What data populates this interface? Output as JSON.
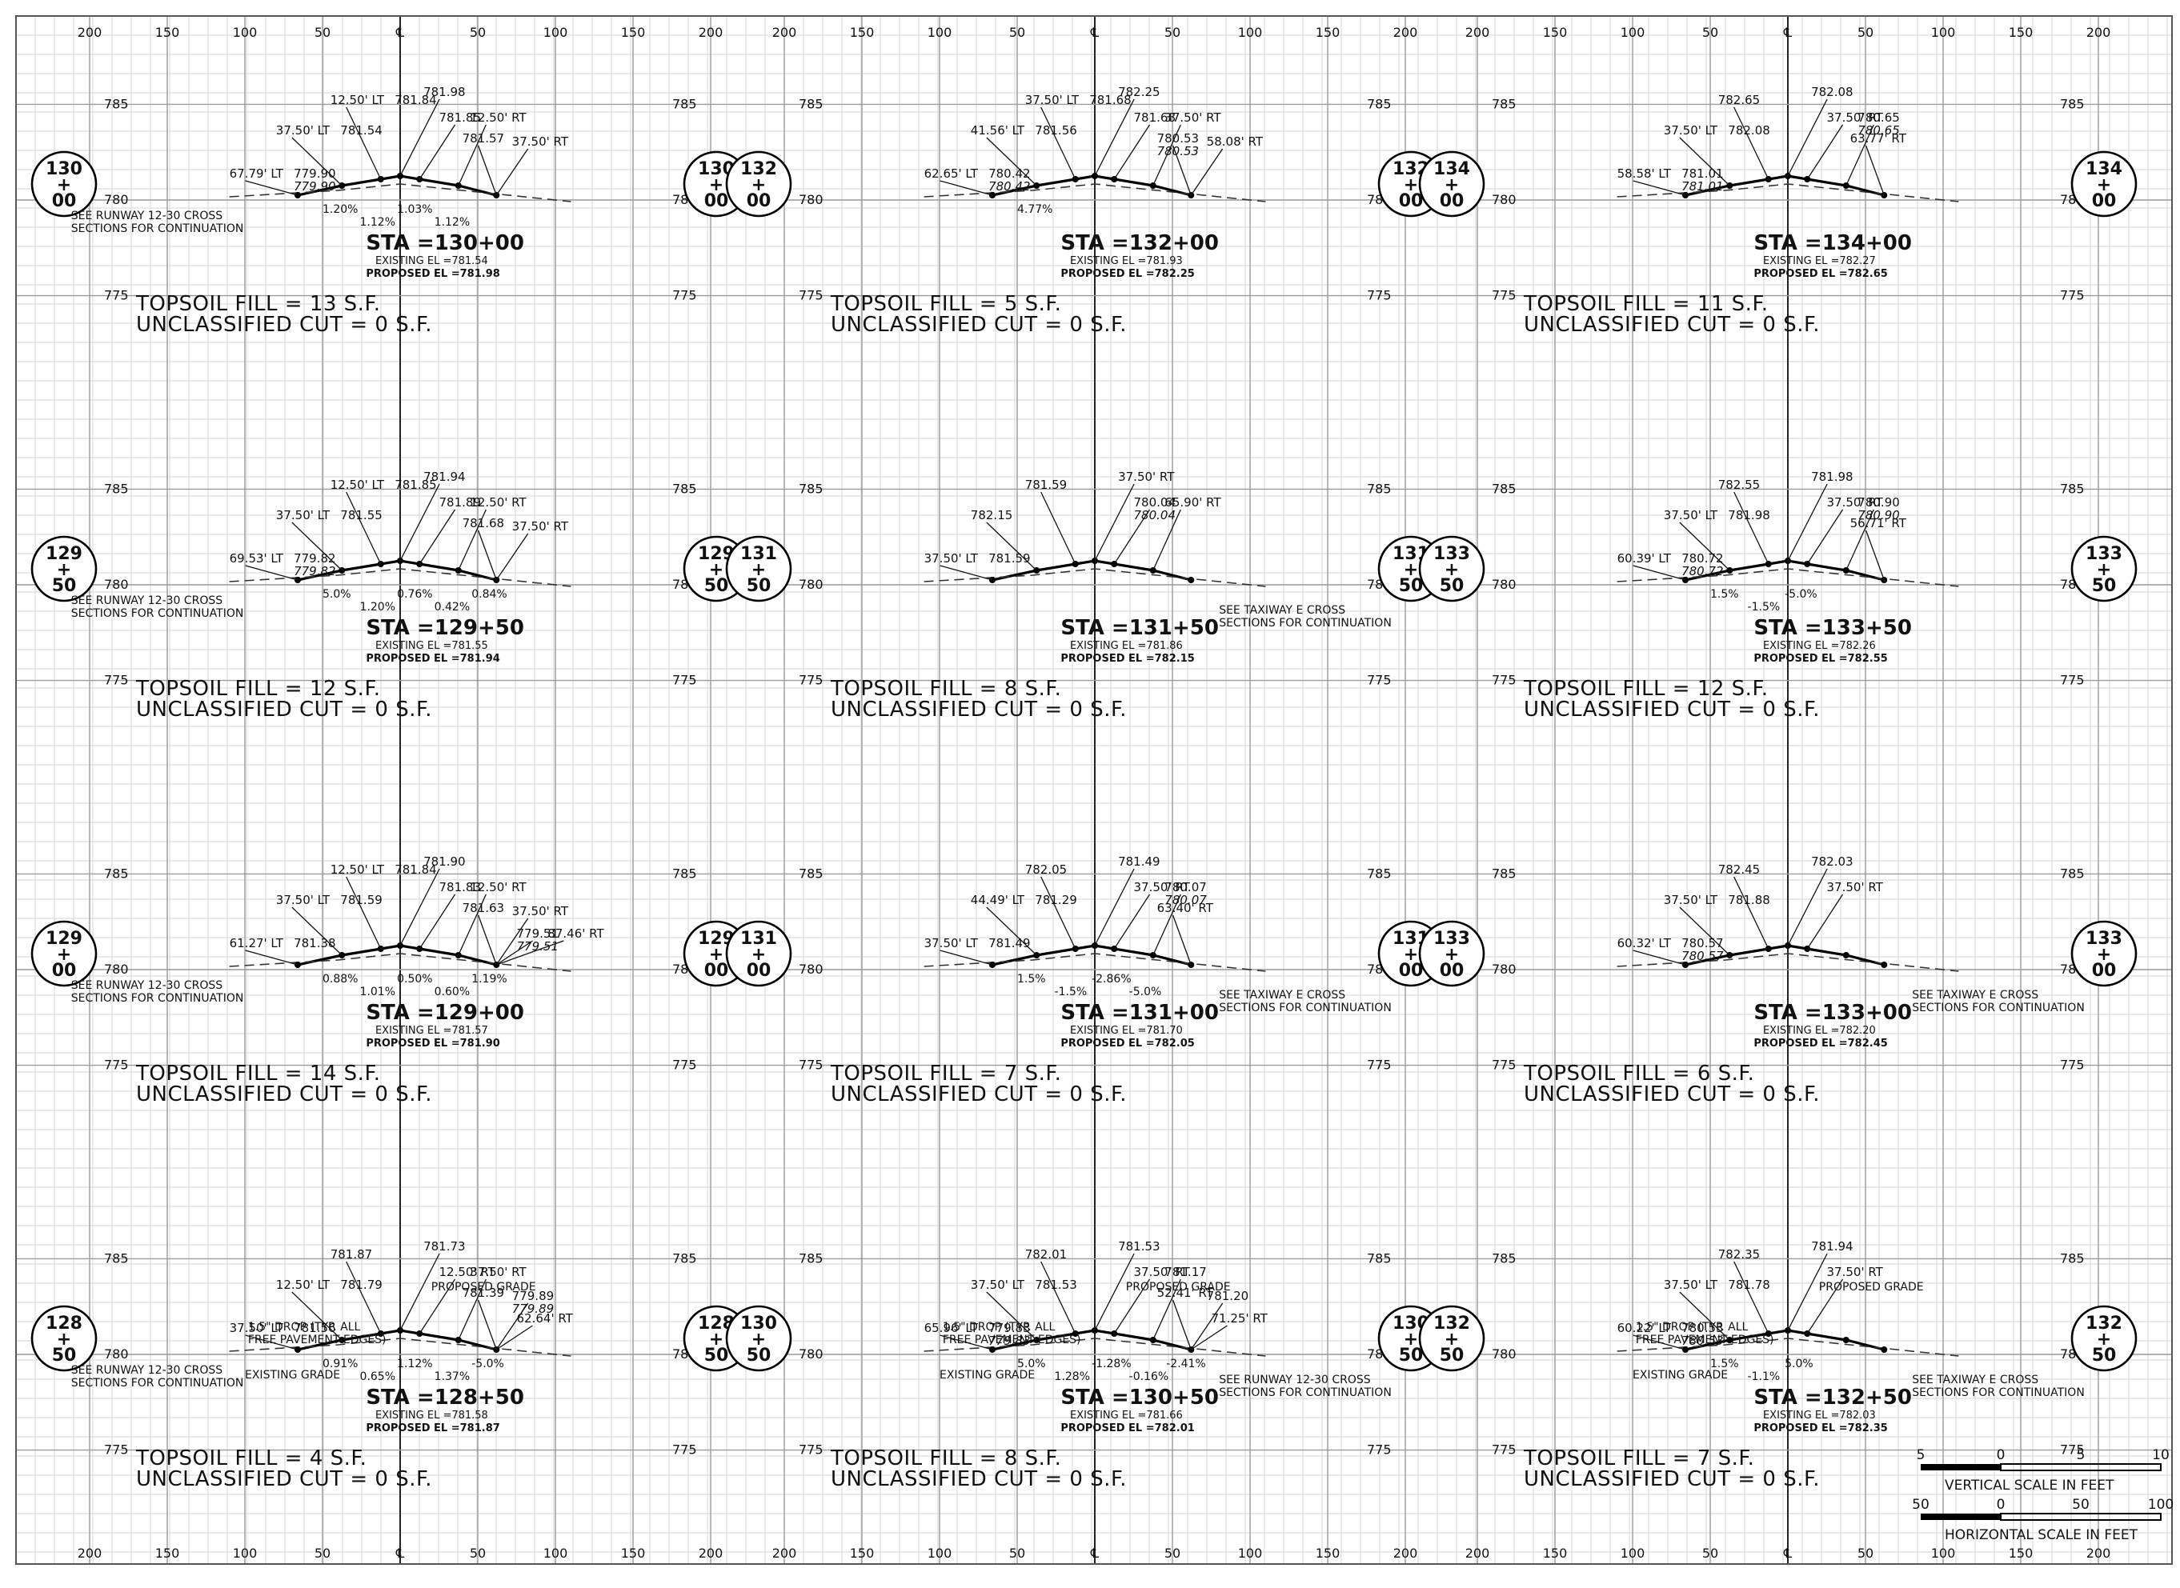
{
  "sheet": {
    "x_ticks": [
      "200",
      "150",
      "100",
      "50",
      "℄",
      "50",
      "100",
      "150",
      "200"
    ],
    "elev_ticks": [
      "785",
      "780",
      "775"
    ]
  },
  "panels": [
    {
      "row": 0,
      "col": 0,
      "station": "STA =130+00",
      "circle": [
        "130",
        "+",
        "00"
      ],
      "existing": "EXISTING EL =781.54",
      "proposed": "PROPOSED EL =781.98",
      "fill": "TOPSOIL FILL = 13 S.F.",
      "cut": "UNCLASSIFIED CUT = 0 S.F.",
      "labels": [
        {
          "t": "67.79' LT",
          "v": "779.90",
          "vi": "779.90"
        },
        {
          "t": "37.50' LT",
          "v": "781.54"
        },
        {
          "t": "12.50' LT",
          "v": "781.84"
        },
        {
          "t": "781.98"
        },
        {
          "t": "781.85"
        },
        {
          "t": "12.50' RT"
        },
        {
          "t": "781.57"
        },
        {
          "t": "37.50' RT"
        }
      ],
      "slopes": [
        "1.20%",
        "1.12%",
        "1.03%",
        "1.12%"
      ],
      "note": [
        "SEE RUNWAY 12-30 CROSS",
        "SECTIONS FOR CONTINUATION"
      ]
    },
    {
      "row": 0,
      "col": 1,
      "station": "STA =132+00",
      "circle": [
        "132",
        "+",
        "00"
      ],
      "existing": "EXISTING EL =781.93",
      "proposed": "PROPOSED EL =782.25",
      "fill": "TOPSOIL FILL = 5 S.F.",
      "cut": "UNCLASSIFIED CUT = 0 S.F.",
      "labels": [
        {
          "t": "62.65' LT",
          "v": "780.42",
          "vi": "780.42"
        },
        {
          "t": "41.56' LT",
          "v": "781.56"
        },
        {
          "t": "37.50' LT",
          "v": "781.68"
        },
        {
          "t": "782.25"
        },
        {
          "t": "781.68"
        },
        {
          "t": "37.50' RT"
        },
        {
          "t": "780.53",
          "vi": "780.53"
        },
        {
          "t": "58.08' RT"
        }
      ],
      "slopes": [
        "4.77%"
      ],
      "note": []
    },
    {
      "row": 0,
      "col": 2,
      "station": "STA =134+00",
      "circle": [
        "134",
        "+",
        "00"
      ],
      "existing": "EXISTING EL =782.27",
      "proposed": "PROPOSED EL =782.65",
      "fill": "TOPSOIL FILL = 11 S.F.",
      "cut": "UNCLASSIFIED CUT = 0 S.F.",
      "labels": [
        {
          "t": "58.58' LT",
          "v": "781.01",
          "vi": "781.01"
        },
        {
          "t": "37.50' LT",
          "v": "782.08"
        },
        {
          "t": "782.65"
        },
        {
          "t": "782.08"
        },
        {
          "t": "37.50' RT"
        },
        {
          "t": "780.65",
          "vi": "780.65"
        },
        {
          "t": "63.77' RT"
        }
      ],
      "slopes": [],
      "note": []
    },
    {
      "row": 1,
      "col": 0,
      "station": "STA =129+50",
      "circle": [
        "129",
        "+",
        "50"
      ],
      "existing": "EXISTING EL =781.55",
      "proposed": "PROPOSED EL =781.94",
      "fill": "TOPSOIL FILL = 12 S.F.",
      "cut": "UNCLASSIFIED CUT = 0 S.F.",
      "labels": [
        {
          "t": "69.53' LT",
          "v": "779.82",
          "vi": "779.82"
        },
        {
          "t": "37.50' LT",
          "v": "781.55"
        },
        {
          "t": "12.50' LT",
          "v": "781.85"
        },
        {
          "t": "781.94"
        },
        {
          "t": "781.89"
        },
        {
          "t": "12.50' RT"
        },
        {
          "t": "781.68"
        },
        {
          "t": "37.50' RT"
        }
      ],
      "slopes": [
        "5.0%",
        "1.20%",
        "0.76%",
        "0.42%",
        "0.84%"
      ],
      "note": [
        "SEE RUNWAY 12-30 CROSS",
        "SECTIONS FOR CONTINUATION"
      ]
    },
    {
      "row": 1,
      "col": 1,
      "station": "STA =131+50",
      "circle": [
        "131",
        "+",
        "50"
      ],
      "existing": "EXISTING EL =781.86",
      "proposed": "PROPOSED EL =782.15",
      "fill": "TOPSOIL FILL = 8 S.F.",
      "cut": "UNCLASSIFIED CUT = 0 S.F.",
      "labels": [
        {
          "t": "37.50' LT",
          "v": "781.59"
        },
        {
          "t": "782.15"
        },
        {
          "t": "781.59"
        },
        {
          "t": "37.50' RT"
        },
        {
          "t": "780.04",
          "vi": "780.04"
        },
        {
          "t": "65.90' RT"
        }
      ],
      "slopes": [],
      "note": [
        "SEE TAXIWAY E CROSS",
        "SECTIONS FOR CONTINUATION"
      ]
    },
    {
      "row": 1,
      "col": 2,
      "station": "STA =133+50",
      "circle": [
        "133",
        "+",
        "50"
      ],
      "existing": "EXISTING EL =782.26",
      "proposed": "PROPOSED EL =782.55",
      "fill": "TOPSOIL FILL = 12 S.F.",
      "cut": "UNCLASSIFIED CUT = 0 S.F.",
      "labels": [
        {
          "t": "60.39' LT",
          "v": "780.72",
          "vi": "780.72"
        },
        {
          "t": "37.50' LT",
          "v": "781.98"
        },
        {
          "t": "782.55"
        },
        {
          "t": "781.98"
        },
        {
          "t": "37.50' RT"
        },
        {
          "t": "780.90",
          "vi": "780.90"
        },
        {
          "t": "56.71' RT"
        }
      ],
      "slopes": [
        "1.5%",
        "-1.5%",
        "-5.0%"
      ],
      "note": []
    },
    {
      "row": 2,
      "col": 0,
      "station": "STA =129+00",
      "circle": [
        "129",
        "+",
        "00"
      ],
      "existing": "EXISTING EL =781.57",
      "proposed": "PROPOSED EL =781.90",
      "fill": "TOPSOIL FILL = 14 S.F.",
      "cut": "UNCLASSIFIED CUT = 0 S.F.",
      "labels": [
        {
          "t": "61.27' LT",
          "v": "781.38"
        },
        {
          "t": "37.50' LT",
          "v": "781.59"
        },
        {
          "t": "12.50' LT",
          "v": "781.84"
        },
        {
          "t": "781.90"
        },
        {
          "t": "781.83"
        },
        {
          "t": "12.50' RT"
        },
        {
          "t": "781.63"
        },
        {
          "t": "37.50' RT"
        },
        {
          "t": "779.51",
          "vi": "779.51"
        },
        {
          "t": "87.46' RT"
        }
      ],
      "slopes": [
        "0.88%",
        "1.01%",
        "0.50%",
        "0.60%",
        "1.19%"
      ],
      "note": [
        "SEE RUNWAY 12-30 CROSS",
        "SECTIONS FOR CONTINUATION"
      ]
    },
    {
      "row": 2,
      "col": 1,
      "station": "STA =131+00",
      "circle": [
        "131",
        "+",
        "00"
      ],
      "existing": "EXISTING EL =781.70",
      "proposed": "PROPOSED EL =782.05",
      "fill": "TOPSOIL FILL = 7 S.F.",
      "cut": "UNCLASSIFIED CUT = 0 S.F.",
      "labels": [
        {
          "t": "37.50' LT",
          "v": "781.49"
        },
        {
          "t": "44.49' LT",
          "v": "781.29"
        },
        {
          "t": "782.05"
        },
        {
          "t": "781.49"
        },
        {
          "t": "37.50' RT"
        },
        {
          "t": "780.07",
          "vi": "780.07"
        },
        {
          "t": "63.40' RT"
        }
      ],
      "slopes": [
        "1.5%",
        "-1.5%",
        "-2.86%",
        "-5.0%"
      ],
      "note": [
        "SEE TAXIWAY E CROSS",
        "SECTIONS FOR CONTINUATION"
      ]
    },
    {
      "row": 2,
      "col": 2,
      "station": "STA =133+00",
      "circle": [
        "133",
        "+",
        "00"
      ],
      "existing": "EXISTING EL =782.20",
      "proposed": "PROPOSED EL =782.45",
      "fill": "TOPSOIL FILL = 6 S.F.",
      "cut": "UNCLASSIFIED CUT = 0 S.F.",
      "labels": [
        {
          "t": "60.32' LT",
          "v": "780.57",
          "vi": "780.57"
        },
        {
          "t": "37.50' LT",
          "v": "781.88"
        },
        {
          "t": "782.45"
        },
        {
          "t": "782.03"
        },
        {
          "t": "37.50' RT"
        }
      ],
      "slopes": [],
      "note": [
        "SEE TAXIWAY E CROSS",
        "SECTIONS FOR CONTINUATION"
      ]
    },
    {
      "row": 3,
      "col": 0,
      "station": "STA =128+50",
      "circle": [
        "128",
        "+",
        "50"
      ],
      "existing": "EXISTING EL =781.58",
      "proposed": "PROPOSED EL =781.87",
      "fill": "TOPSOIL FILL = 4 S.F.",
      "cut": "UNCLASSIFIED CUT = 0 S.F.",
      "labels": [
        {
          "t": "37.50' LT",
          "v": "781.56"
        },
        {
          "t": "12.50' LT",
          "v": "781.79"
        },
        {
          "t": "781.87"
        },
        {
          "t": "781.73"
        },
        {
          "t": "12.50' RT"
        },
        {
          "t": "37.50' RT"
        },
        {
          "t": "781.39"
        },
        {
          "t": "779.89",
          "vi": "779.89"
        },
        {
          "t": "62.64' RT"
        }
      ],
      "slopes": [
        "0.91%",
        "0.65%",
        "1.12%",
        "1.37%",
        "-5.0%"
      ],
      "note": [
        "SEE RUNWAY 12-30 CROSS",
        "SECTIONS FOR CONTINUATION"
      ],
      "extra": [
        "PROPOSED GRADE",
        "1.5\" DROP (TYP. ALL",
        "FREE PAVEMENT EDGES)",
        "EXISTING GRADE"
      ]
    },
    {
      "row": 3,
      "col": 1,
      "station": "STA =130+50",
      "circle": [
        "130",
        "+",
        "50"
      ],
      "existing": "EXISTING EL =781.66",
      "proposed": "PROPOSED EL =782.01",
      "fill": "TOPSOIL FILL = 8 S.F.",
      "cut": "UNCLASSIFIED CUT = 0 S.F.",
      "labels": [
        {
          "t": "65.96' LT",
          "v": "779.83",
          "vi": "779.83"
        },
        {
          "t": "37.50' LT",
          "v": "781.53"
        },
        {
          "t": "782.01"
        },
        {
          "t": "781.53"
        },
        {
          "t": "37.50' RT"
        },
        {
          "t": "781.17"
        },
        {
          "t": "52.41' RT"
        },
        {
          "t": "781.20"
        },
        {
          "t": "71.25' RT"
        }
      ],
      "slopes": [
        "5.0%",
        "1.28%",
        "-1.28%",
        "-0.16%",
        "-2.41%"
      ],
      "note": [
        "SEE RUNWAY 12-30 CROSS",
        "SECTIONS FOR CONTINUATION"
      ],
      "extra": [
        "PROPOSED GRADE",
        "1.5\" DROP (TYP. ALL",
        "FREE PAVEMENT EDGES)",
        "EXISTING GRADE"
      ]
    },
    {
      "row": 3,
      "col": 2,
      "station": "STA =132+50",
      "circle": [
        "132",
        "+",
        "50"
      ],
      "existing": "EXISTING EL =782.03",
      "proposed": "PROPOSED EL =782.35",
      "fill": "TOPSOIL FILL = 7 S.F.",
      "cut": "UNCLASSIFIED CUT = 0 S.F.",
      "labels": [
        {
          "t": "60.22' LT",
          "v": "780.53",
          "vi": "780.53"
        },
        {
          "t": "37.50' LT",
          "v": "781.78"
        },
        {
          "t": "782.35"
        },
        {
          "t": "781.94"
        },
        {
          "t": "37.50' RT"
        }
      ],
      "slopes": [
        "1.5%",
        "-1.1%",
        "5.0%"
      ],
      "note": [
        "SEE TAXIWAY E CROSS",
        "SECTIONS FOR CONTINUATION"
      ],
      "extra": [
        "PROPOSED GRADE",
        "1.5\" DROP (TYP. ALL",
        "FREE PAVEMENT EDGES)",
        "EXISTING GRADE"
      ]
    }
  ],
  "scale": {
    "vertical_ticks": [
      "5",
      "0",
      "5",
      "10"
    ],
    "vertical_title": "VERTICAL SCALE IN FEET",
    "horizontal_ticks": [
      "50",
      "0",
      "50",
      "100"
    ],
    "horizontal_title": "HORIZONTAL SCALE IN FEET"
  }
}
